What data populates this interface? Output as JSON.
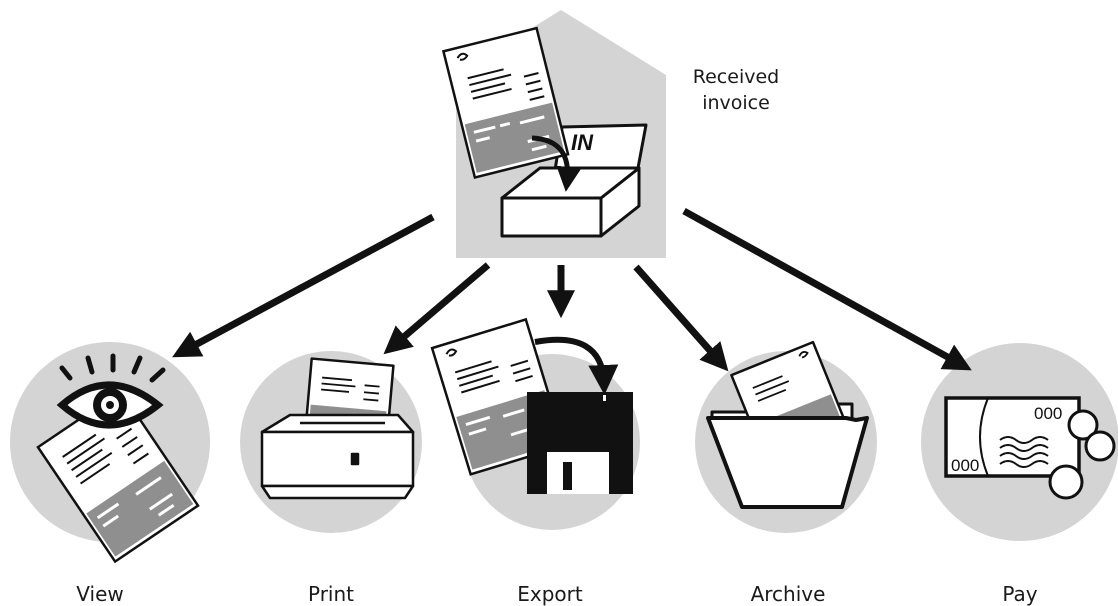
{
  "received_label_line1": "Received",
  "received_label_line2": "invoice",
  "inbox_label": "IN",
  "actions": [
    {
      "id": "view",
      "label": "View"
    },
    {
      "id": "print",
      "label": "Print"
    },
    {
      "id": "export",
      "label": "Export"
    },
    {
      "id": "archive",
      "label": "Archive"
    },
    {
      "id": "pay",
      "label": "Pay"
    }
  ],
  "payment_amount_text": "000",
  "colors": {
    "house_fill": "#d4d4d4",
    "circle_fill": "#d4d4d4",
    "ink": "#111111",
    "paper": "#ffffff",
    "table_shade": "#8f8f8f"
  }
}
